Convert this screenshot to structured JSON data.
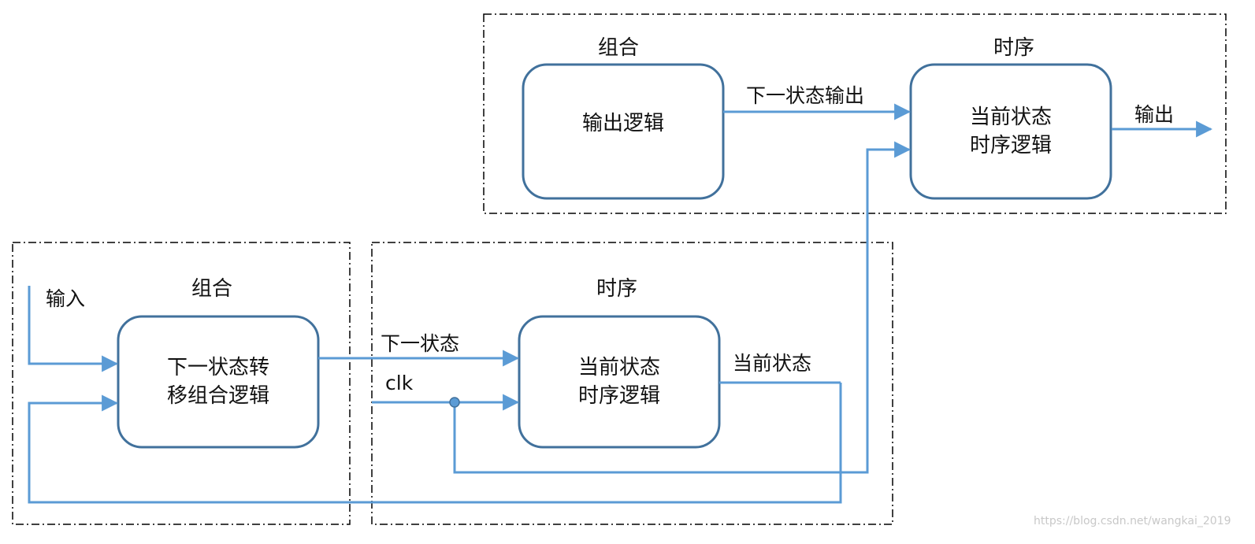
{
  "groups": {
    "top_comb_title": "组合",
    "top_seq_title": "时序",
    "bottom_comb_title": "组合",
    "bottom_seq_title": "时序"
  },
  "boxes": {
    "output_logic": "输出逻辑",
    "top_state_line1": "当前状态",
    "top_state_line2": "时序逻辑",
    "next_state_line1": "下一状态转",
    "next_state_line2": "移组合逻辑",
    "bottom_state_line1": "当前状态",
    "bottom_state_line2": "时序逻辑"
  },
  "signals": {
    "next_state_output": "下一状态输出",
    "output": "输出",
    "input": "输入",
    "next_state": "下一状态",
    "clk": "clk",
    "current_state": "当前状态"
  },
  "watermark": "https://blog.csdn.net/wangkai_2019",
  "colors": {
    "wire": "#5b9bd5",
    "box_border": "#41719c",
    "dash_border": "#000000"
  }
}
